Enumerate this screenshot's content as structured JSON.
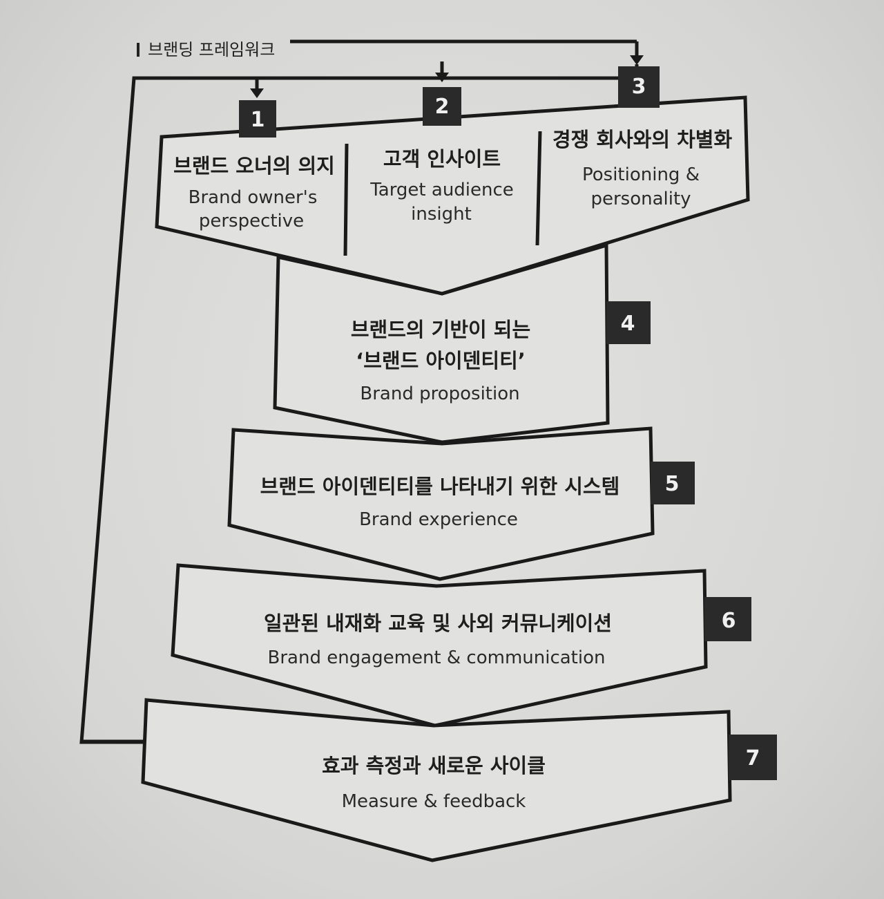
{
  "figure_title": "브랜딩 프레임워크",
  "steps": [
    {
      "number": "1",
      "ko": "브랜드 오너의 의지",
      "en_line1": "Brand owner's",
      "en_line2": "perspective"
    },
    {
      "number": "2",
      "ko": "고객 인사이트",
      "en_line1": "Target audience",
      "en_line2": "insight"
    },
    {
      "number": "3",
      "ko": "경쟁 회사와의 차별화",
      "en_line1": "Positioning &",
      "en_line2": "personality"
    },
    {
      "number": "4",
      "ko_line1": "브랜드의 기반이 되는",
      "ko_line2": "‘브랜드 아이덴티티’",
      "en": "Brand proposition"
    },
    {
      "number": "5",
      "ko": "브랜드 아이덴티티를 나타내기 위한 시스템",
      "en": "Brand experience"
    },
    {
      "number": "6",
      "ko": "일관된 내재화 교육 및 사외 커뮤니케이션",
      "en": "Brand engagement & communication"
    },
    {
      "number": "7",
      "ko": "효과 측정과 새로운 사이클",
      "en": "Measure & feedback"
    }
  ]
}
